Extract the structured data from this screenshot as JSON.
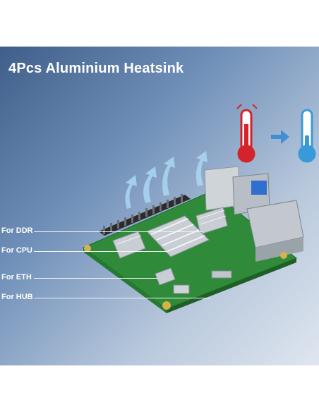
{
  "title": "4Pcs Aluminium Heatsink",
  "labels": {
    "ddr": "For DDR",
    "cpu": "For CPU",
    "eth": "For ETH",
    "hub": "For HUB"
  },
  "colors": {
    "hot": "#d4232a",
    "cold": "#3a9ad9",
    "arrow": "#3f8fd4",
    "board": "#2f8a3a",
    "heatsink": "#c9ced4"
  },
  "icons": [
    "hot-thermometer-icon",
    "arrow-right-icon",
    "cold-thermometer-icon",
    "airflow-arrows-icon"
  ]
}
